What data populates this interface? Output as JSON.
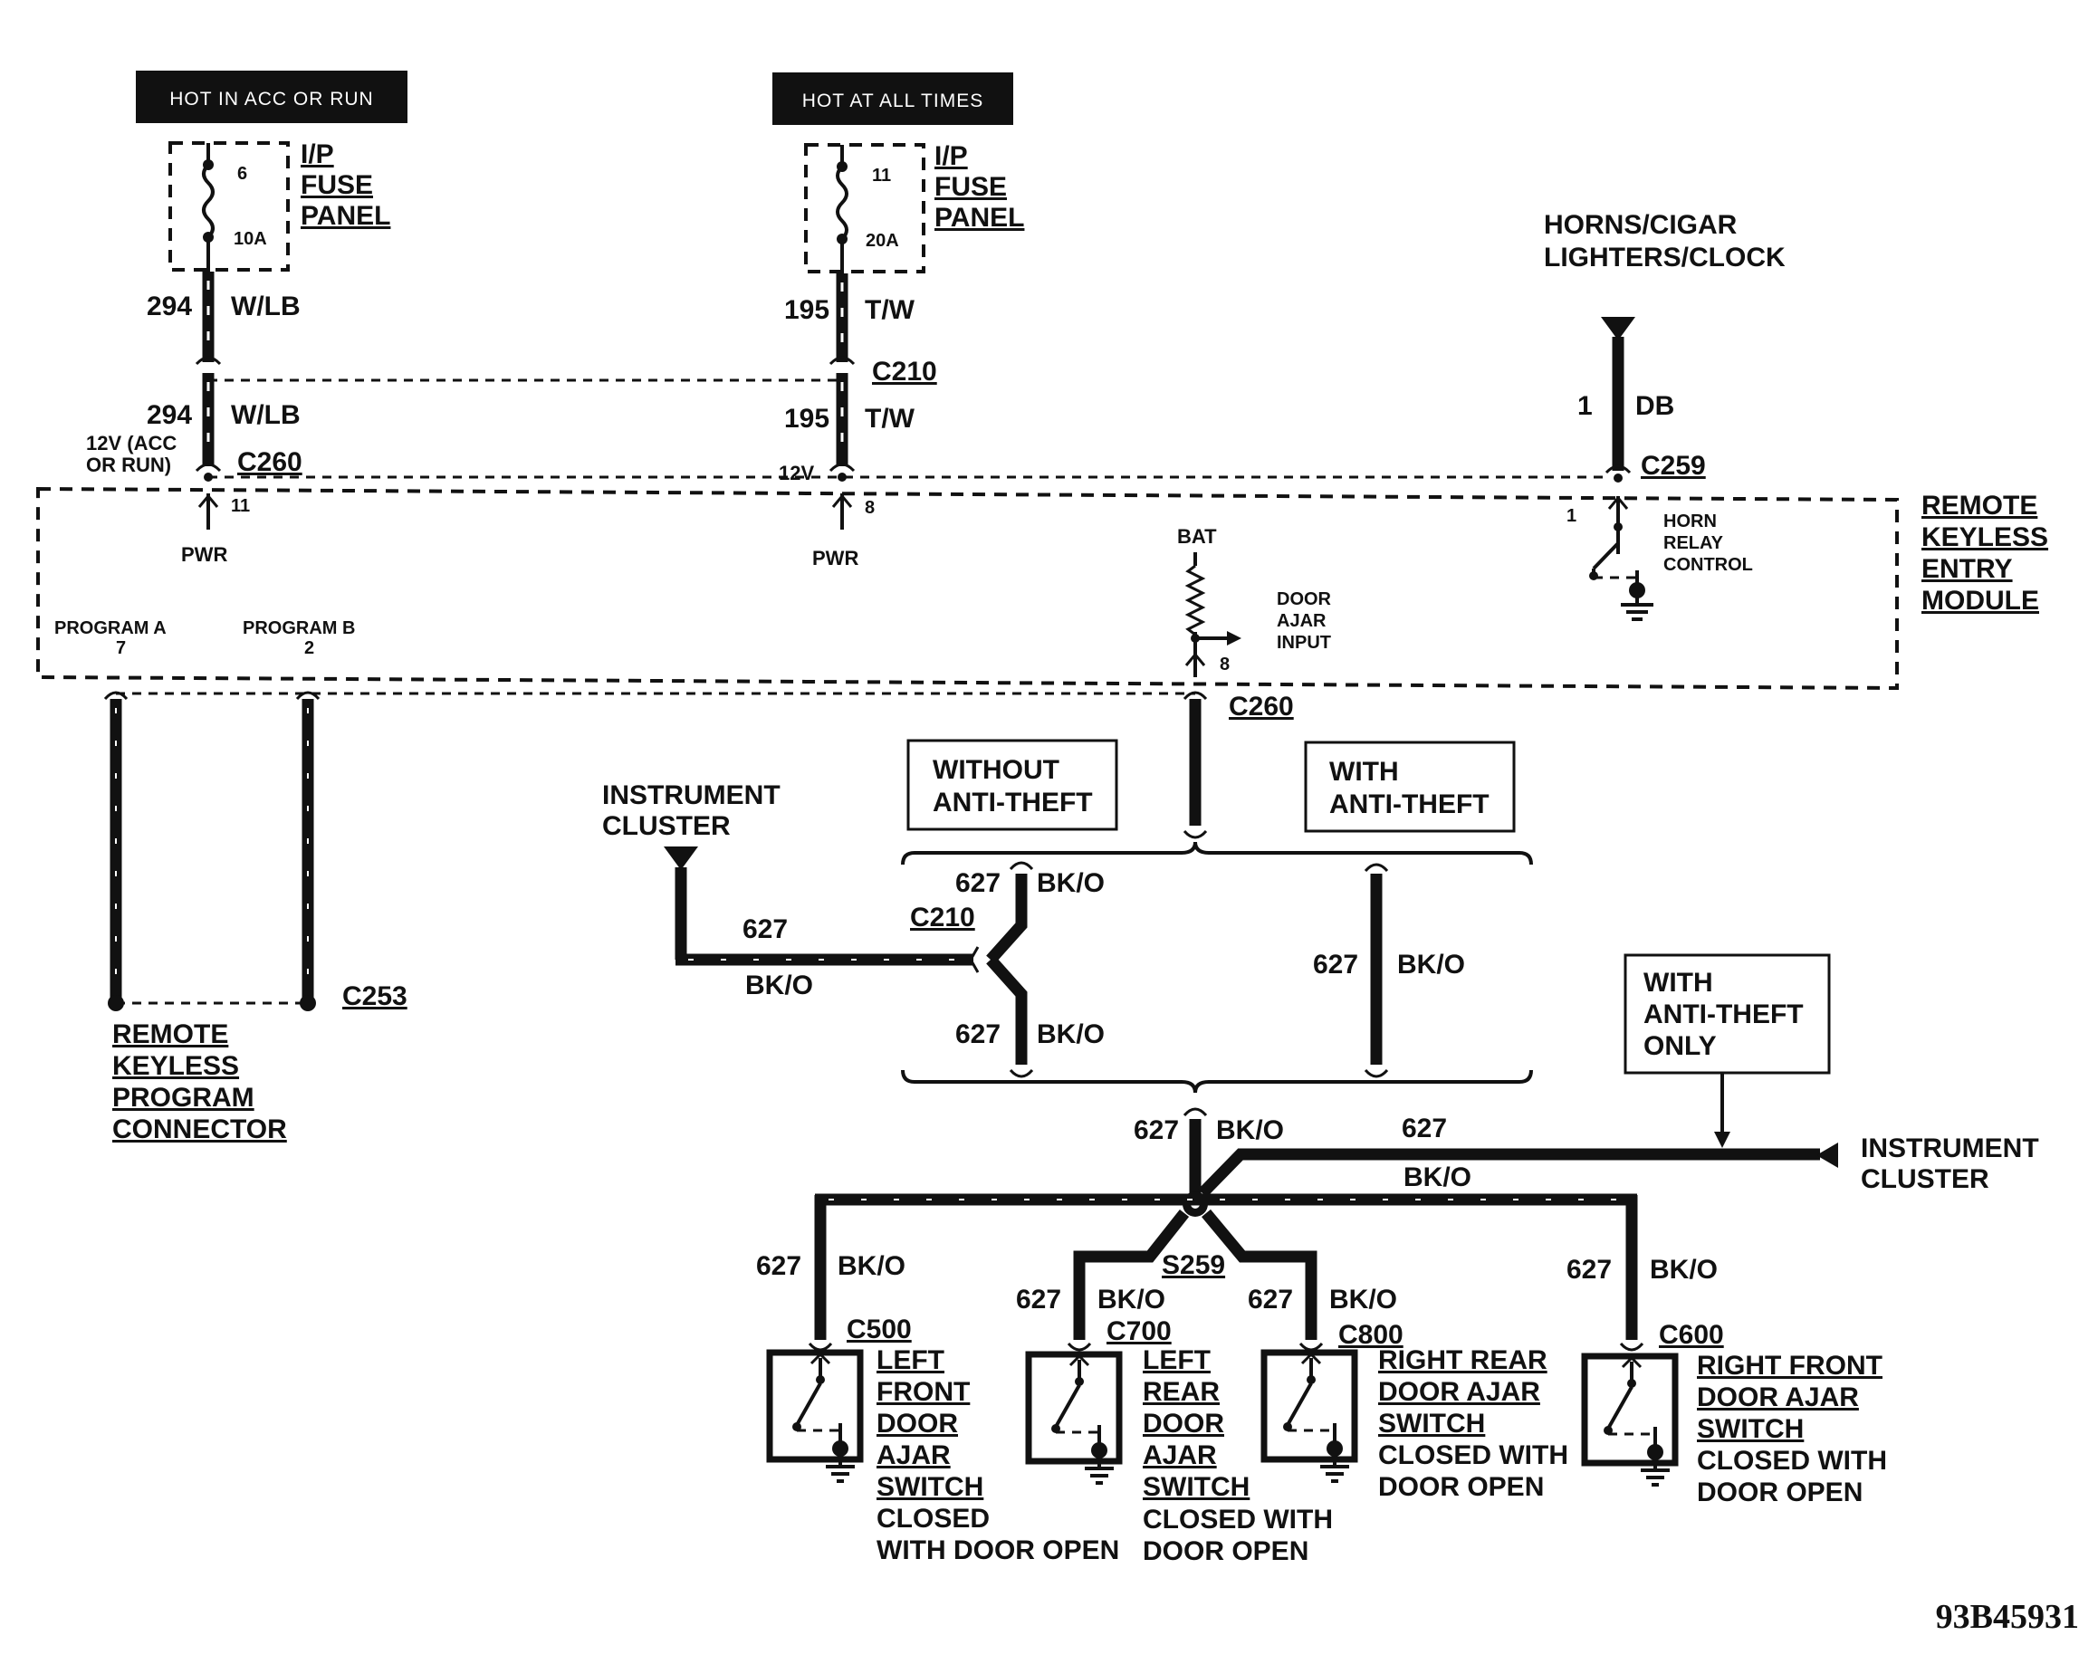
{
  "figure_id": "93B45931",
  "power_labels": {
    "acc_run": "HOT IN ACC OR RUN",
    "always": "HOT AT ALL TIMES"
  },
  "fuses": [
    {
      "number": "6",
      "rating": "10A",
      "label_lines": [
        "I/P",
        "FUSE",
        "PANEL"
      ]
    },
    {
      "number": "11",
      "rating": "20A",
      "label_lines": [
        "I/P",
        "FUSE",
        "PANEL"
      ]
    }
  ],
  "horn_source": {
    "lines": [
      "HORNS/CIGAR",
      "LIGHTERS/CLOCK"
    ]
  },
  "wires": {
    "w294": {
      "circuit": "294",
      "color": "W/LB"
    },
    "w195": {
      "circuit": "195",
      "color": "T/W"
    },
    "w1": {
      "circuit": "1",
      "color": "DB"
    },
    "w627": {
      "circuit": "627",
      "color": "BK/O"
    }
  },
  "connectors": {
    "c210": "C210",
    "c260": "C260",
    "c259": "C259",
    "c253": "C253",
    "s259": "S259",
    "c500": "C500",
    "c700": "C700",
    "c800": "C800",
    "c600": "C600"
  },
  "module": {
    "lines": [
      "REMOTE",
      "KEYLESS",
      "ENTRY",
      "MODULE"
    ],
    "acc_voltage_lines": [
      "12V (ACC",
      "OR RUN)"
    ],
    "bat_voltage": "12V",
    "pin_pwr1": "11",
    "pin_pwr2": "8",
    "pwr_label": "PWR",
    "bat_label": "BAT",
    "door_ajar_lines": [
      "DOOR",
      "AJAR",
      "INPUT"
    ],
    "door_pin": "8",
    "horn_pin": "1",
    "horn_lines": [
      "HORN",
      "RELAY",
      "CONTROL"
    ],
    "program_a": "PROGRAM A",
    "program_a_pin": "7",
    "program_b": "PROGRAM B",
    "program_b_pin": "2"
  },
  "program_connector": {
    "lines": [
      "REMOTE",
      "KEYLESS",
      "PROGRAM",
      "CONNECTOR"
    ]
  },
  "instrument_cluster": {
    "lines": [
      "INSTRUMENT",
      "CLUSTER"
    ]
  },
  "option_boxes": {
    "without": [
      "WITHOUT",
      "ANTI-THEFT"
    ],
    "with": [
      "WITH",
      "ANTI-THEFT"
    ],
    "with_only": [
      "WITH",
      "ANTI-THEFT",
      "ONLY"
    ]
  },
  "switches": [
    {
      "underlined": [
        "LEFT",
        "FRONT",
        "DOOR",
        "AJAR",
        "SWITCH"
      ],
      "plain": [
        "CLOSED",
        "WITH DOOR OPEN"
      ]
    },
    {
      "underlined": [
        "LEFT",
        "REAR",
        "DOOR",
        "AJAR",
        "SWITCH"
      ],
      "plain": [
        "CLOSED WITH",
        "DOOR OPEN"
      ]
    },
    {
      "underlined": [
        "RIGHT REAR",
        "DOOR AJAR",
        "SWITCH"
      ],
      "plain": [
        "CLOSED WITH",
        "DOOR OPEN"
      ]
    },
    {
      "underlined": [
        "RIGHT FRONT",
        "DOOR AJAR",
        "SWITCH"
      ],
      "plain": [
        "CLOSED WITH",
        "DOOR OPEN"
      ]
    }
  ]
}
